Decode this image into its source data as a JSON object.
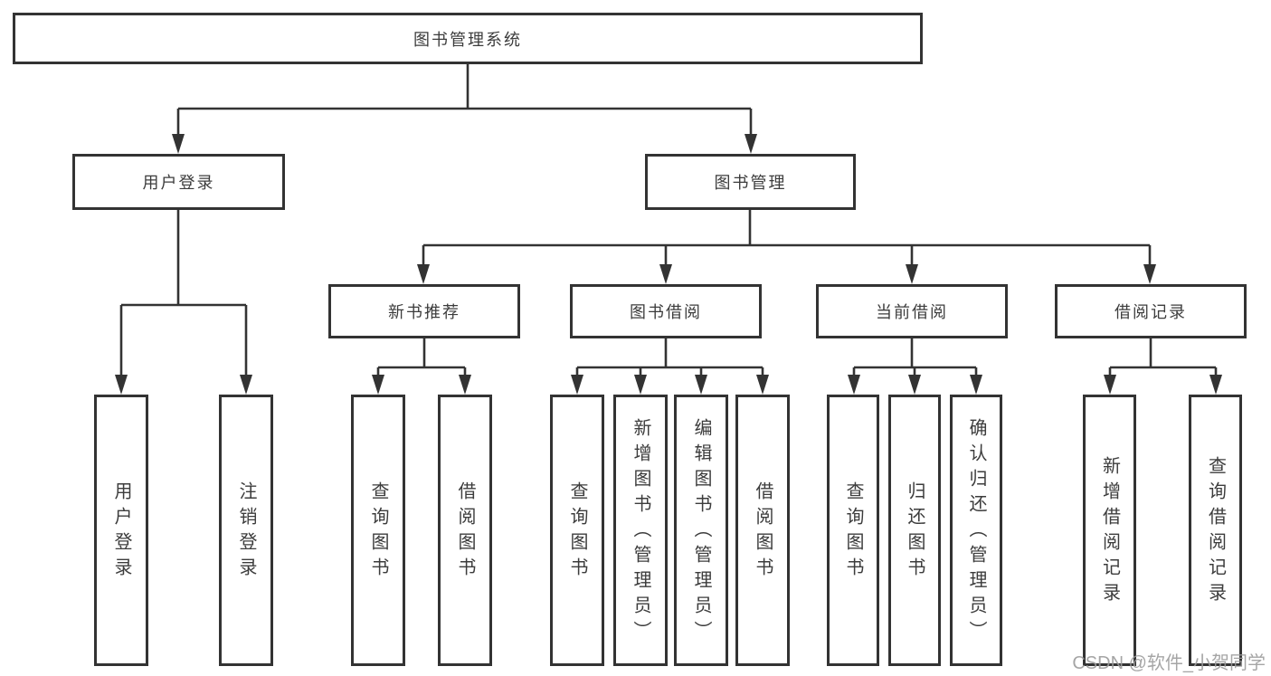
{
  "tree": {
    "label": "图书管理系统",
    "children": [
      {
        "label": "用户登录",
        "children": [
          {
            "label": "用户登录"
          },
          {
            "label": "注销登录"
          }
        ]
      },
      {
        "label": "图书管理",
        "children": [
          {
            "label": "新书推荐",
            "children": [
              {
                "label": "查询图书"
              },
              {
                "label": "借阅图书"
              }
            ]
          },
          {
            "label": "图书借阅",
            "children": [
              {
                "label": "查询图书"
              },
              {
                "label": "新增图书（管理员）"
              },
              {
                "label": "编辑图书（管理员）"
              },
              {
                "label": "借阅图书"
              }
            ]
          },
          {
            "label": "当前借阅",
            "children": [
              {
                "label": "查询图书"
              },
              {
                "label": "归还图书"
              },
              {
                "label": "确认归还（管理员）"
              }
            ]
          },
          {
            "label": "借阅记录",
            "children": [
              {
                "label": "新增借阅记录"
              },
              {
                "label": "查询借阅记录"
              }
            ]
          }
        ]
      }
    ]
  },
  "watermark": {
    "text": "CSDN @软件_小贺同学"
  },
  "colors": {
    "line": "#333333",
    "text": "#3c3c3c",
    "background": "#ffffff",
    "watermark": "#9c9c9c"
  }
}
